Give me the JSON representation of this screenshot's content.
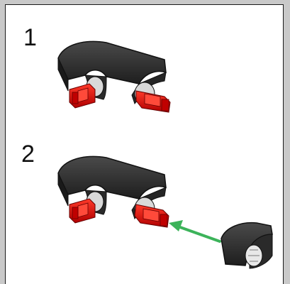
{
  "steps": [
    {
      "number": "1"
    },
    {
      "number": "2"
    }
  ],
  "colors": {
    "frame": "#c9c9c9",
    "panel_border": "#1a1a1a",
    "black_part": "#2b2b2b",
    "red_part": "#e01010",
    "arrow": "#3cb35a"
  },
  "icons": {
    "step1": "assembly-step-1-illustration",
    "step2": "assembly-step-2-illustration",
    "arrow": "green-insert-arrow-icon"
  }
}
